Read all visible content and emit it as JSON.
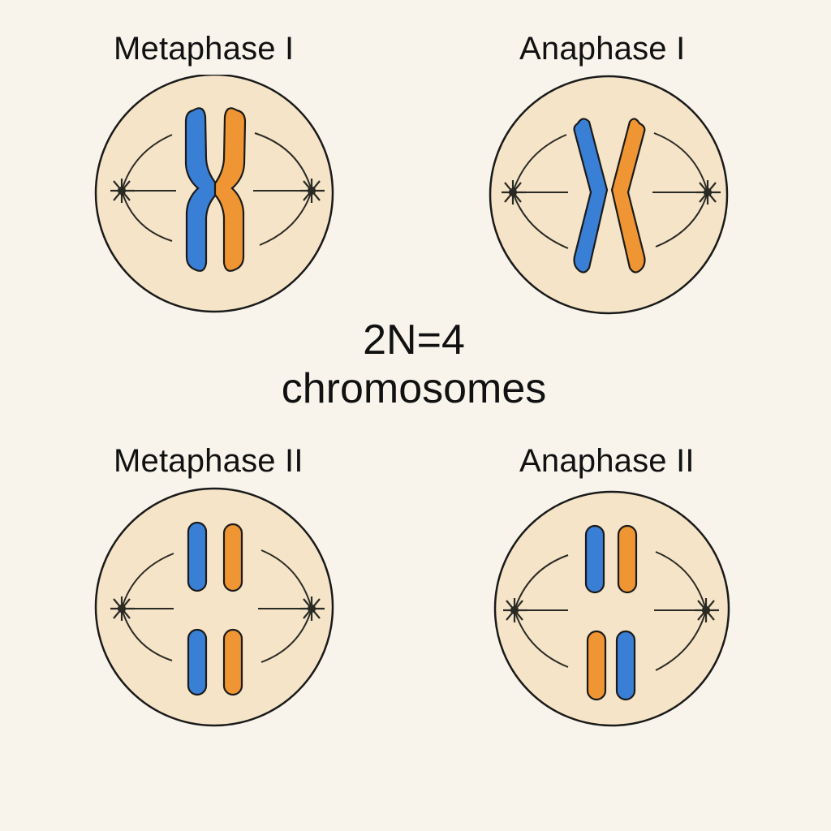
{
  "panels": {
    "metaphase_1": {
      "label": "Metaphase I"
    },
    "anaphase_1": {
      "label": "Anaphase I"
    },
    "metaphase_2": {
      "label": "Metaphase II"
    },
    "anaphase_2": {
      "label": "Anaphase II"
    }
  },
  "center": {
    "line1": "2N=4",
    "line2": "chromosomes"
  },
  "colors": {
    "background": "#f8f4ec",
    "cell_fill": "#f5e4c8",
    "outline": "#1a1a1a",
    "chromosome_blue": "#3a7fd6",
    "chromosome_orange": "#ef9533",
    "spindle": "#2a2a24"
  }
}
